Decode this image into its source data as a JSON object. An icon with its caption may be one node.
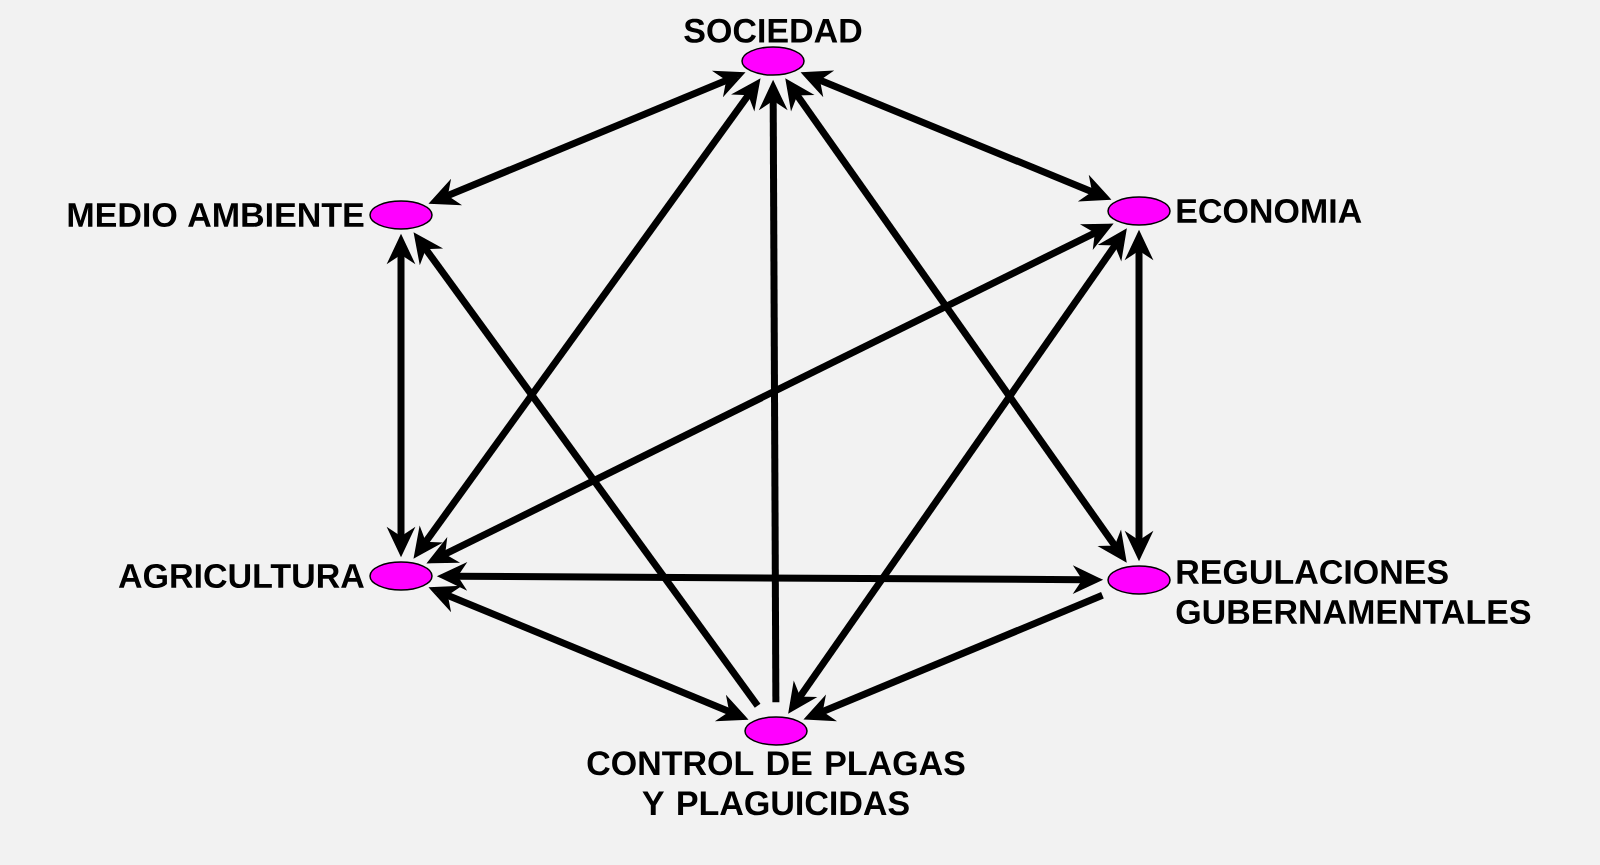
{
  "diagram": {
    "nodes": [
      {
        "text": [
          "SOCIEDAD"
        ]
      },
      {
        "text": [
          "MEDIO AMBIENTE"
        ]
      },
      {
        "text": [
          "ECONOMIA"
        ]
      },
      {
        "text": [
          "AGRICULTURA"
        ]
      },
      {
        "text": [
          "REGULACIONES GUBERNAMENTALES"
        ]
      },
      {
        "text": [
          "CONTROL DE PLAGAS Y PLAGUICIDAS"
        ]
      }
    ],
    "edges": [
      {
        "from": 0,
        "to": 1,
        "arrow": "both"
      },
      {
        "from": 0,
        "to": 2,
        "arrow": "both"
      },
      {
        "from": 0,
        "to": 3,
        "arrow": "both"
      },
      {
        "from": 5,
        "to": 0,
        "arrow": "to"
      },
      {
        "from": 0,
        "to": 4,
        "arrow": "both"
      },
      {
        "from": 1,
        "to": 3,
        "arrow": "both"
      },
      {
        "from": 5,
        "to": 1,
        "arrow": "to"
      },
      {
        "from": 2,
        "to": 3,
        "arrow": "both"
      },
      {
        "from": 2,
        "to": 5,
        "arrow": "both"
      },
      {
        "from": 2,
        "to": 4,
        "arrow": "both"
      },
      {
        "from": 3,
        "to": 4,
        "arrow": "both"
      },
      {
        "from": 3,
        "to": 5,
        "arrow": "both"
      },
      {
        "from": 4,
        "to": 5,
        "arrow": "to"
      }
    ]
  }
}
